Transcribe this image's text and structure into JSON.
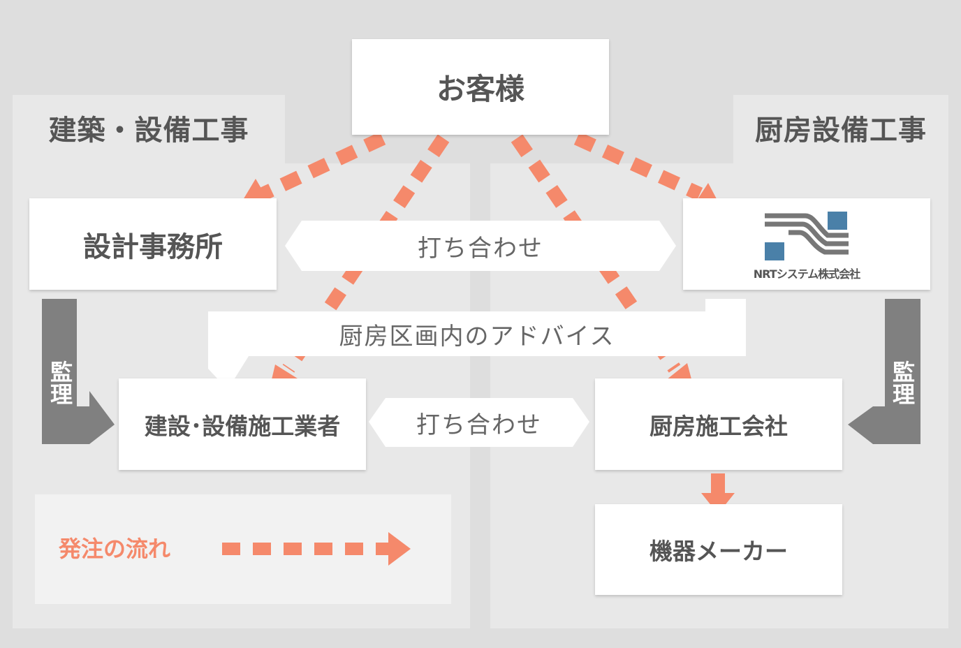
{
  "customer": "お客様",
  "left_section": {
    "title": "建築・設備工事"
  },
  "right_section": {
    "title": "厨房設備工事"
  },
  "nodes": {
    "design_office": "設計事務所",
    "nrt_company": "NRTシステム株式会社",
    "construction_contractor": "建設･設備施工業者",
    "kitchen_contractor": "厨房施工会社",
    "equipment_maker": "機器メーカー"
  },
  "connectors": {
    "meeting_top": "打ち合わせ",
    "meeting_bottom": "打ち合わせ",
    "kitchen_advice": "厨房区画内のアドバイス",
    "supervision_left": "監理",
    "supervision_right": "監理"
  },
  "legend": {
    "label": "発注の流れ"
  },
  "colors": {
    "order_flow": "#f5896b",
    "supervision": "#808080",
    "background": "#dedede",
    "panel": "#e8e8e8",
    "box": "#ffffff",
    "text": "#555555"
  }
}
